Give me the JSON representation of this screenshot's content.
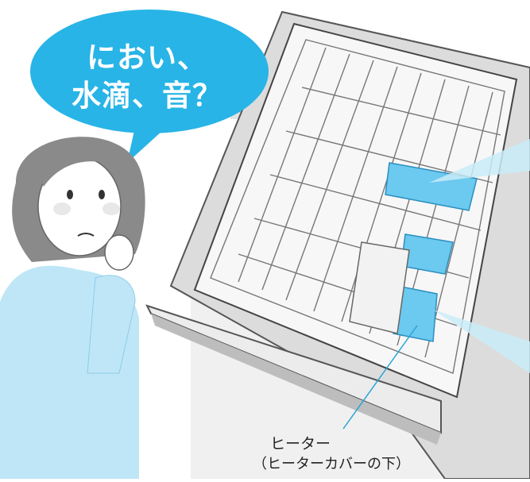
{
  "speech_bubble": {
    "line1": "におい、",
    "line2": "水滴、音？"
  },
  "callout": {
    "heater_label": "ヒーター",
    "heater_sub": "（ヒーターカバーの下）"
  },
  "colors": {
    "bubble": "#28b4e6",
    "beam": "#c9ecf8",
    "filter": "#6cc9ef",
    "cabinet": "#d9d9d9",
    "tub_line": "#555555",
    "hair": "#8a8a8a",
    "shirt": "#bfe6f7"
  }
}
